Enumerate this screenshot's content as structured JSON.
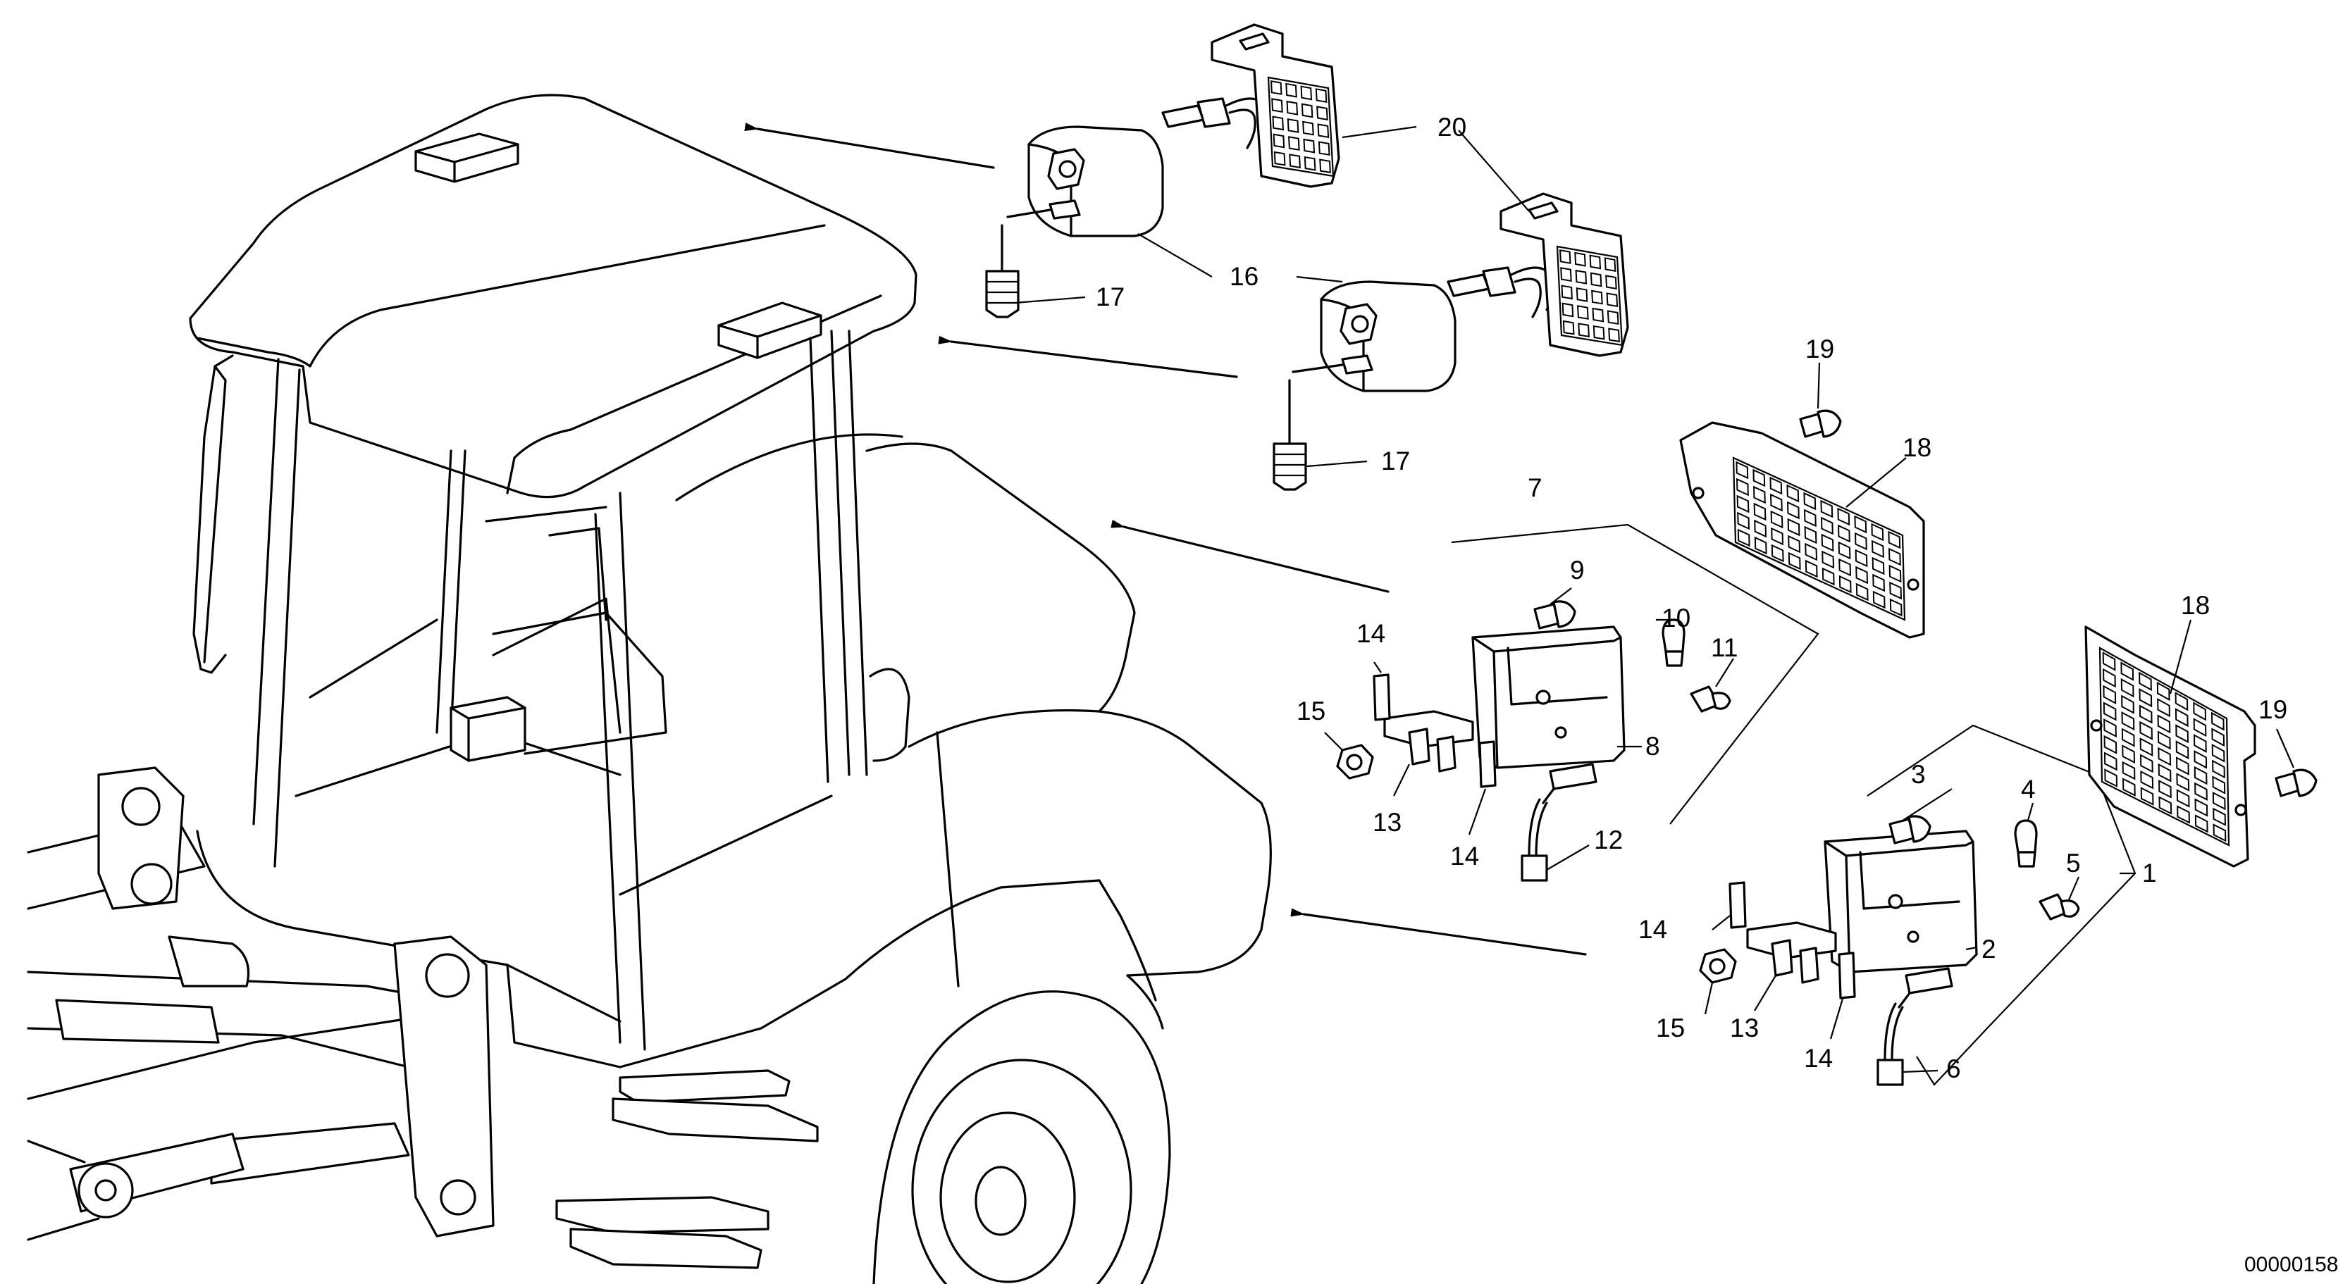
{
  "drawing_number": "00000158",
  "callouts": [
    "1",
    "2",
    "3",
    "4",
    "5",
    "6",
    "7",
    "8",
    "9",
    "10",
    "11",
    "12",
    "13",
    "14",
    "14",
    "14",
    "14",
    "15",
    "15",
    "16",
    "17",
    "17",
    "18",
    "18",
    "19",
    "19",
    "20"
  ],
  "parts": {
    "p1": "1",
    "p2": "2",
    "p3": "3",
    "p4": "4",
    "p5": "5",
    "p6": "6",
    "p7": "7",
    "p8": "8",
    "p9": "9",
    "p10": "10",
    "p11": "11",
    "p12": "12",
    "p13": "13",
    "p14": "14",
    "p15": "15",
    "p16": "16",
    "p17": "17",
    "p18": "18",
    "p19": "19",
    "p20": "20"
  }
}
